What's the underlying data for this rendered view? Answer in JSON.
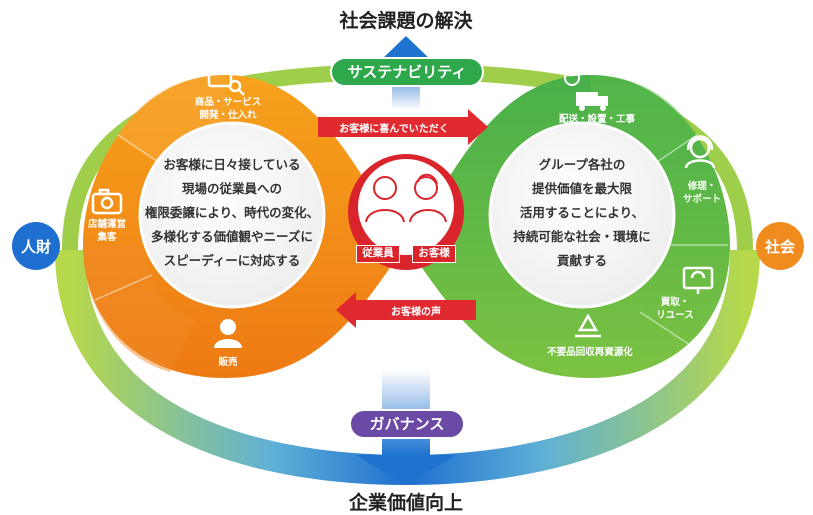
{
  "top_heading": "社会課題の解決",
  "bottom_heading": "企業価値向上",
  "pills": {
    "sustainability": "サステナビリティ",
    "governance": "ガバナンス"
  },
  "side_circles": {
    "left": "人財",
    "right": "社会"
  },
  "left_segments": [
    {
      "lines": [
        "商品・サービス",
        "開発・仕入れ"
      ],
      "icon": "monitor-magnifier-icon"
    },
    {
      "lines": [
        "店舗運営",
        "集客"
      ],
      "icon": "camera-icon"
    },
    {
      "lines": [
        "販売"
      ],
      "icon": "salesperson-icon"
    }
  ],
  "right_segments": [
    {
      "lines": [
        "配送・設置・工事"
      ],
      "icon": "delivery-truck-icon"
    },
    {
      "lines": [
        "修理・",
        "サポート"
      ],
      "icon": "support-headset-icon"
    },
    {
      "lines": [
        "買取・",
        "リユース"
      ],
      "icon": "reuse-monitor-icon"
    },
    {
      "lines": [
        "不要品回収再資源化"
      ],
      "icon": "recycle-icon"
    }
  ],
  "left_center_text": [
    "お客様に日々接している",
    "現場の従業員への",
    "権限委譲により、時代の変化、",
    "多様化する価値観やニーズに",
    "スピーディーに対応する"
  ],
  "right_center_text": [
    "グループ各社の",
    "提供価値を最大限",
    "活用することにより、",
    "持続可能な社会・環境に",
    "貢献する"
  ],
  "arrows": {
    "top": "お客様に喜んでいただく",
    "bottom": "お客様の声"
  },
  "badges": {
    "employee": "従業員",
    "customer": "お客様"
  },
  "colors": {
    "orange": "#f08c1e",
    "green": "#3aa845",
    "blue": "#1e6fd0",
    "purple": "#6a4aa5",
    "red": "#e02a30"
  }
}
